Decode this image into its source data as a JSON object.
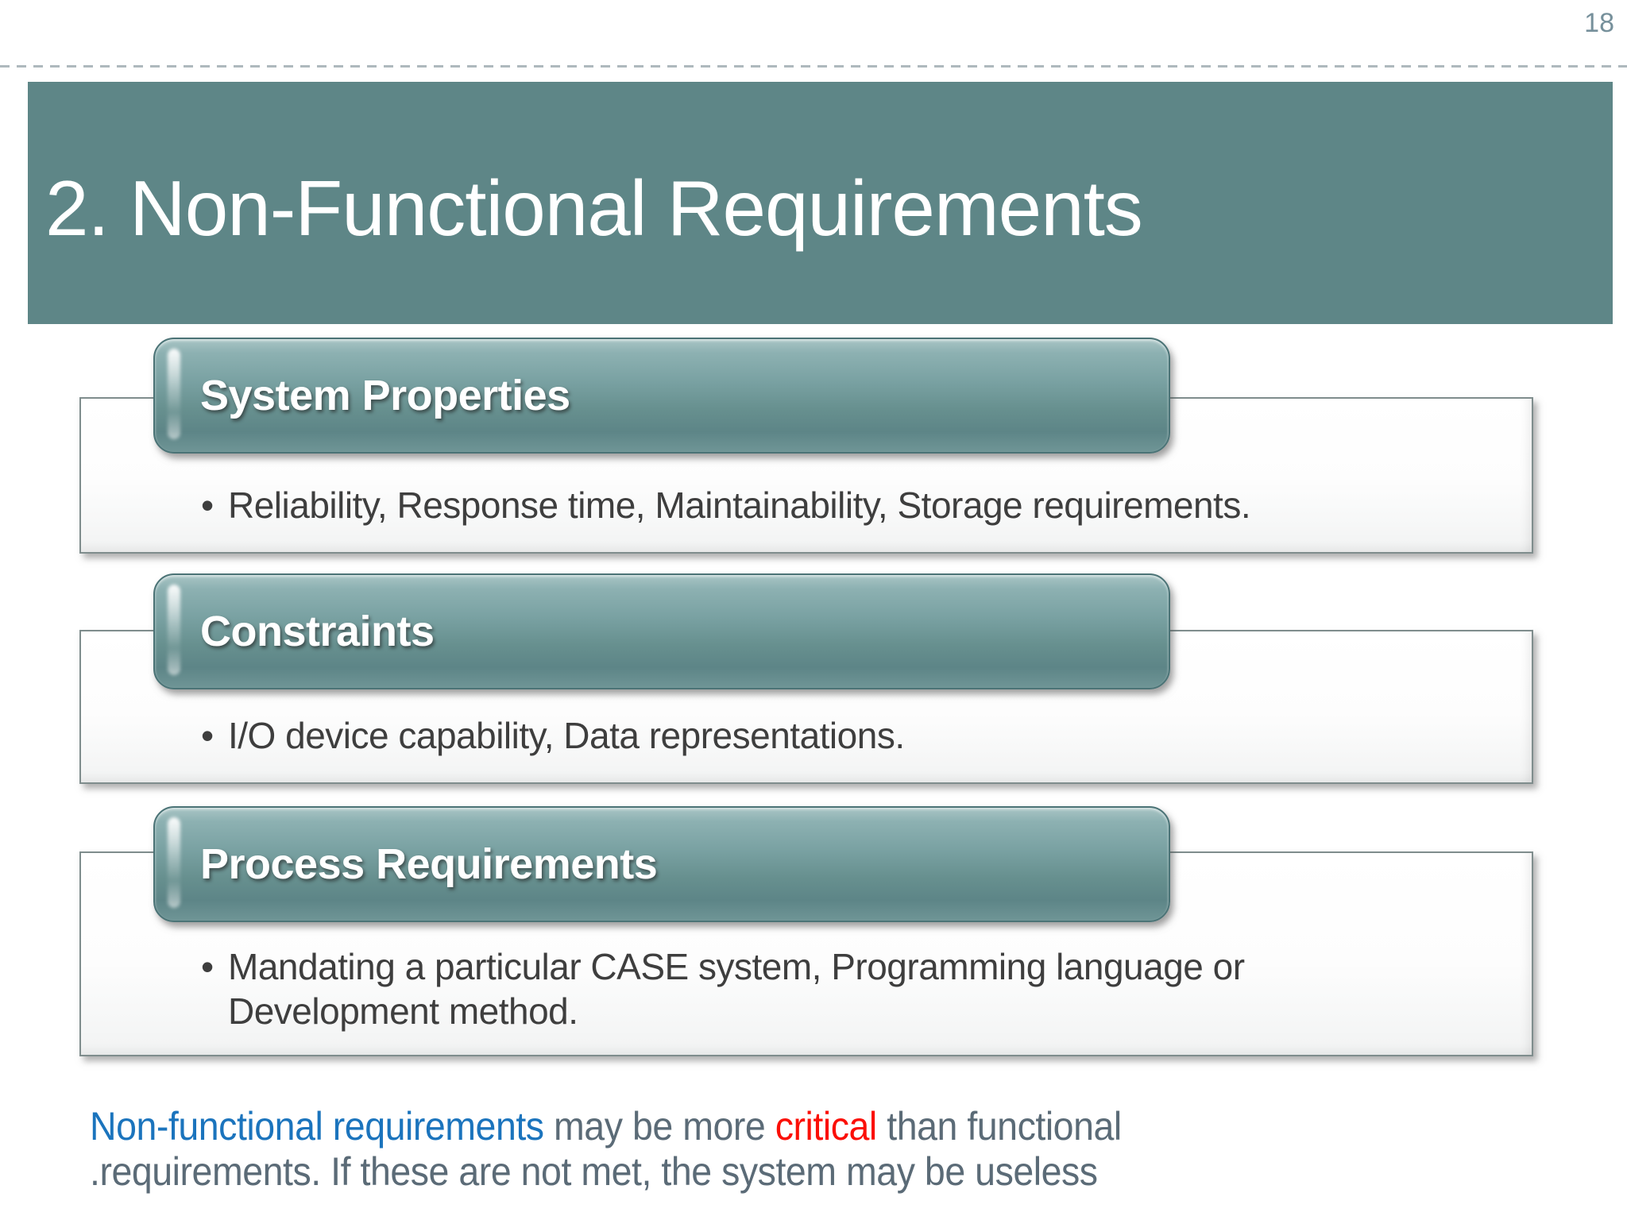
{
  "page": {
    "number": "18"
  },
  "title": "2. Non-Functional Requirements",
  "bullet_char": "•",
  "colors": {
    "band_teal": "#5e8687",
    "pill_gradient_top": "#a9c5c5",
    "pill_gradient_bottom": "#5d8587",
    "pill_border": "#4b7376",
    "box_border": "#7f8d8d",
    "bullet_text": "#3e3e3e",
    "page_number": "#76909b",
    "footer_slate": "#5b6b77",
    "footer_blue": "#1b74bd",
    "footer_red": "#fb0f07"
  },
  "sections": [
    {
      "heading": "System Properties",
      "bullet_lines": [
        "Reliability, Response time, Maintainability, Storage requirements."
      ]
    },
    {
      "heading": "Constraints",
      "bullet_lines": [
        "I/O device capability, Data representations."
      ]
    },
    {
      "heading": "Process Requirements",
      "bullet_lines": [
        "Mandating a particular CASE system, Programming language or",
        "Development method."
      ]
    }
  ],
  "footer": {
    "line1": [
      {
        "text": "Non-functional requirements",
        "color": "blue"
      },
      {
        "text": " may be more ",
        "color": "slate"
      },
      {
        "text": "critical",
        "color": "red"
      },
      {
        "text": " than functional",
        "color": "slate"
      }
    ],
    "line2": [
      {
        "text": ".requirements. If these are not met, the system may be useless",
        "color": "slate"
      }
    ]
  }
}
